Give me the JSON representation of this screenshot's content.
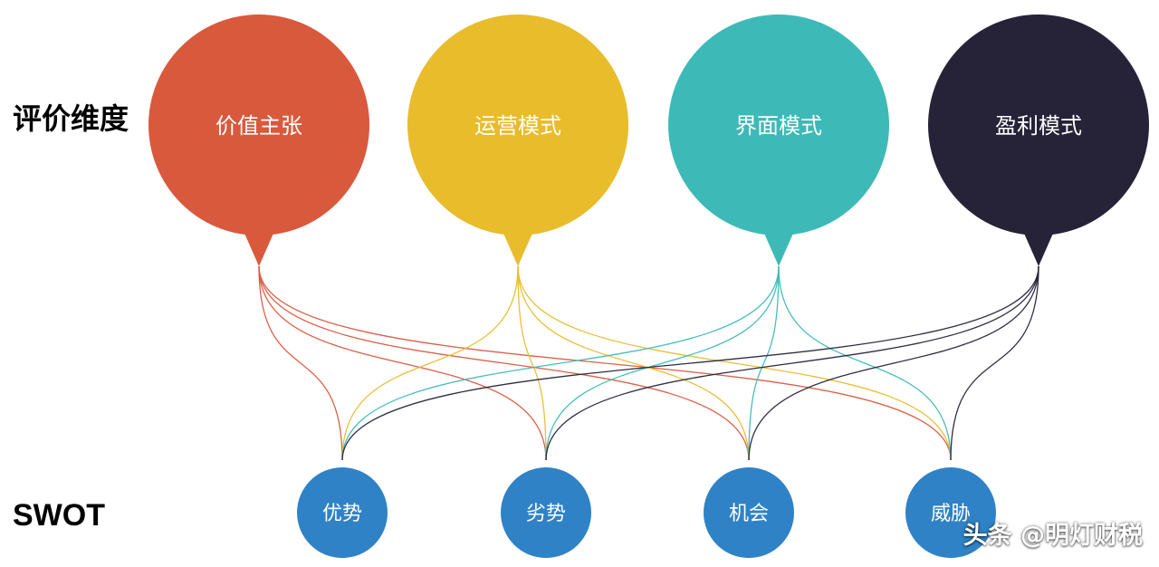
{
  "labels": {
    "dimension_row": "评价维度",
    "swot_row": "SWOT"
  },
  "dimensions": [
    {
      "label": "价值主张",
      "color": "#D9593D"
    },
    {
      "label": "运营模式",
      "color": "#E8BC2B"
    },
    {
      "label": "界面模式",
      "color": "#3DBAB7"
    },
    {
      "label": "盈利模式",
      "color": "#262238"
    }
  ],
  "swot": [
    {
      "label": "优势"
    },
    {
      "label": "劣势"
    },
    {
      "label": "机会"
    },
    {
      "label": "威胁"
    }
  ],
  "colors": {
    "swot_node": "#2F82C6",
    "node_text": "#FFFFFF"
  },
  "watermark": "头条 @明灯财税"
}
